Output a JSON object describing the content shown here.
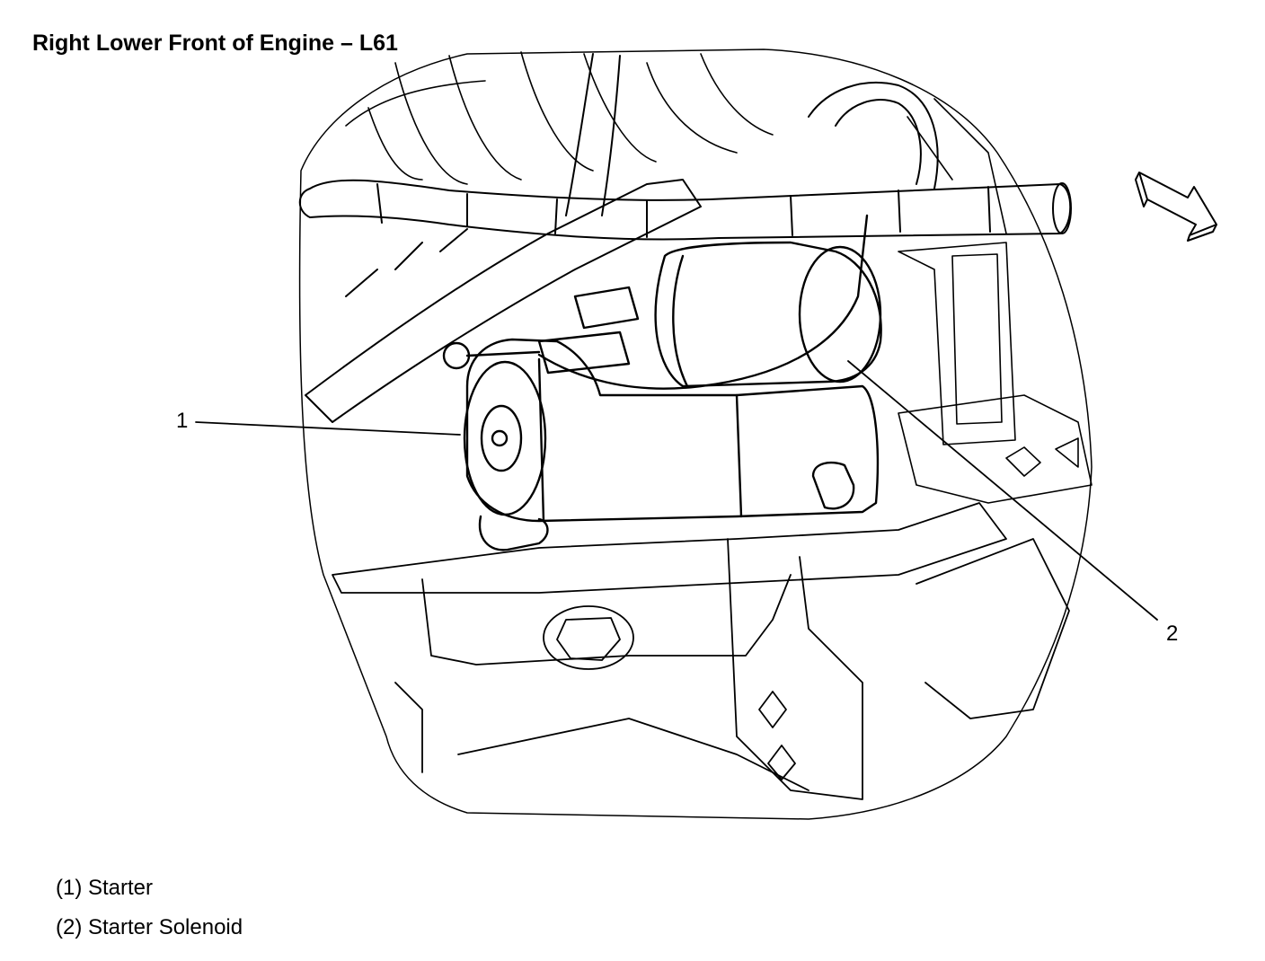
{
  "title": "Right Lower Front of Engine – L61",
  "callouts": [
    {
      "number": "1",
      "name": "Starter"
    },
    {
      "number": "2",
      "name": "Starter Solenoid"
    }
  ],
  "legend": [
    {
      "label": "(1) Starter"
    },
    {
      "label": "(2) Starter Solenoid"
    }
  ],
  "colors": {
    "line": "#000000",
    "background": "#ffffff"
  },
  "icons": [
    "view-direction-arrow-icon"
  ]
}
